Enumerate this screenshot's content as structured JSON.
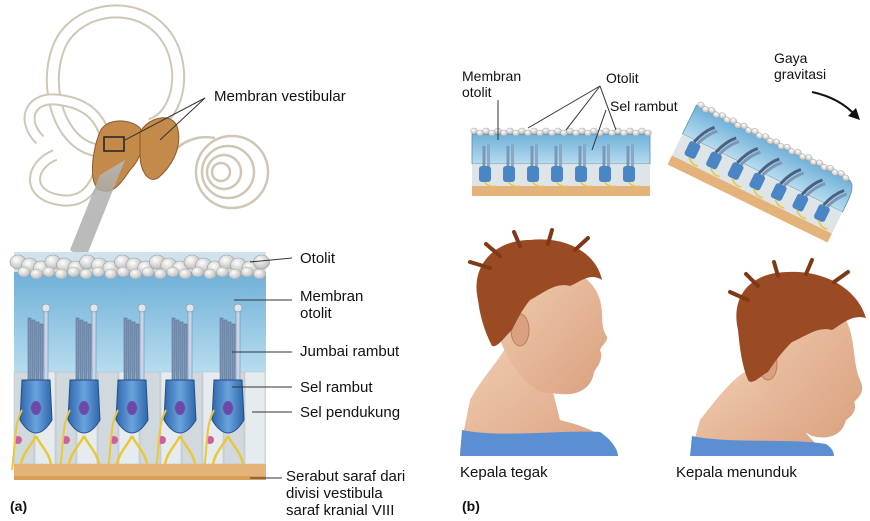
{
  "panel_a": {
    "tag": "(a)",
    "labels": {
      "vestibular_membrane": "Membran vestibular",
      "otolith": "Otolit",
      "otolith_membrane_line1": "Membran",
      "otolith_membrane_line2": "otolit",
      "hair_tuft": "Jumbai rambut",
      "hair_cell": "Sel rambut",
      "support_cell": "Sel pendukung",
      "nerve_line1": "Serabut saraf dari",
      "nerve_line2": "divisi vestibula",
      "nerve_line3": "saraf kranial VIII"
    }
  },
  "panel_b": {
    "tag": "(b)",
    "labels": {
      "otolith_membrane_line1": "Membran",
      "otolith_membrane_line2": "otolit",
      "otolith": "Otolit",
      "hair_cell": "Sel rambut",
      "gravity_line1": "Gaya",
      "gravity_line2": "gravitasi",
      "head_upright": "Kepala tegak",
      "head_bowed": "Kepala menunduk"
    }
  },
  "colors": {
    "membrane": "#9cc9e0",
    "hair_cell": "#4a86c5",
    "nerve": "#e8c83a",
    "inner_ear": "#c48a4a",
    "skin": "#e9b99a",
    "hair": "#9a4b23",
    "shirt": "#5b8fd1"
  }
}
